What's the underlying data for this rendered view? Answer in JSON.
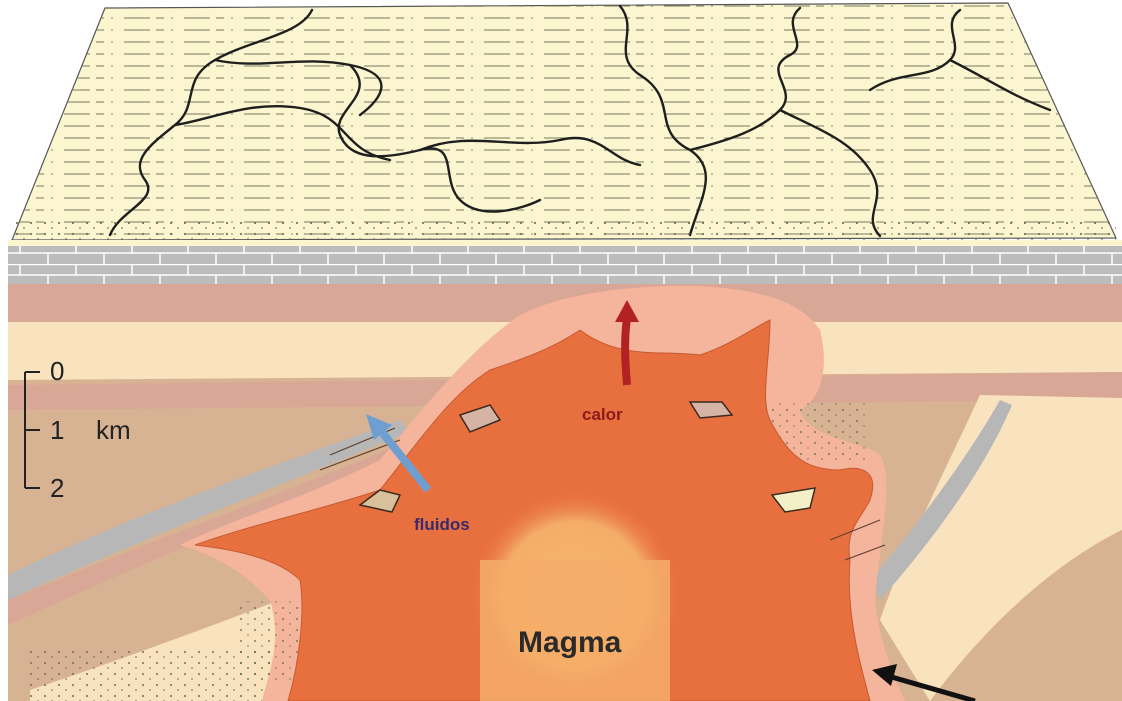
{
  "diagram": {
    "labels": {
      "magma": "Magma",
      "heat": "calor",
      "fluids": "fluidos"
    },
    "scale": {
      "ticks": [
        "0",
        "1",
        "2"
      ],
      "unit": "km"
    },
    "colors": {
      "magma_core": "#f4b06a",
      "magma": "#e8703f",
      "aureole": "#f5b49c",
      "sandstone": "#fbf6cf",
      "shale_brown": "#d8b393",
      "mudstone_band": "#d9a796",
      "cream_layer": "#f8e3be",
      "limestone": "#b7b7b7",
      "heat_arrow": "#b22222",
      "fluid_arrow": "#6f9fd0",
      "river": "#222222"
    }
  }
}
